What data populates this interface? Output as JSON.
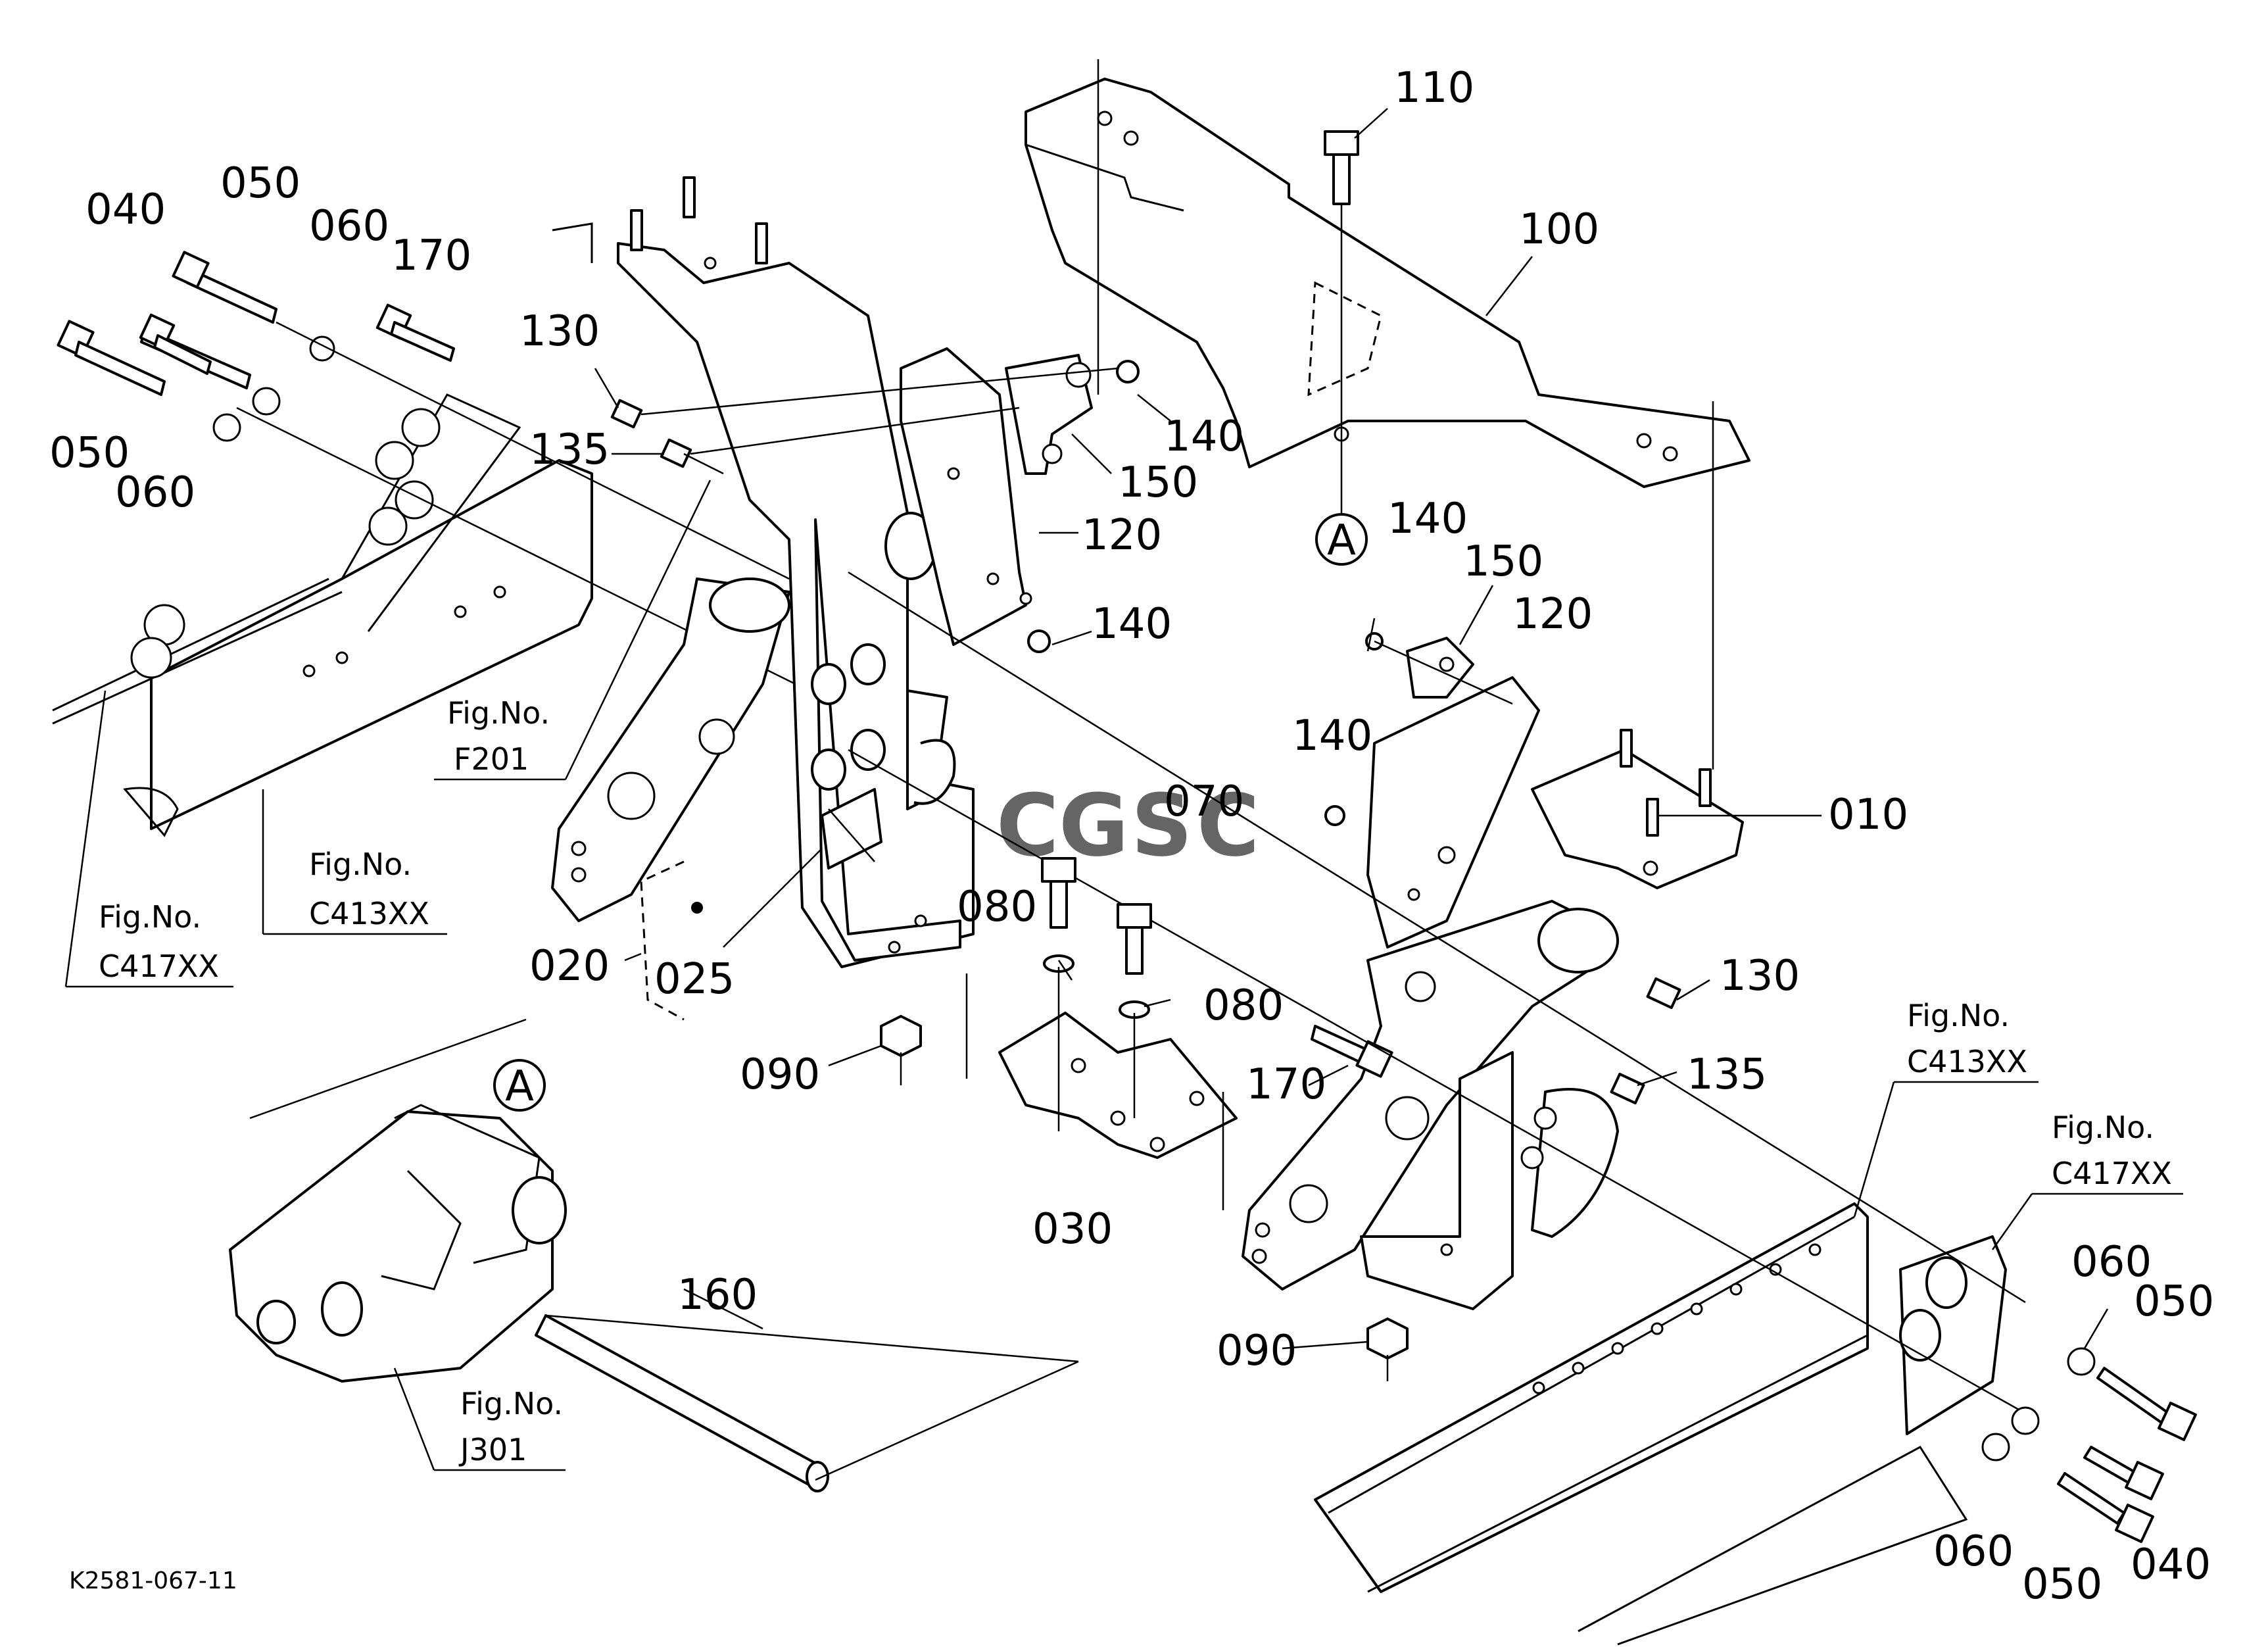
{
  "drawing_ref": "K2581-067-11",
  "watermark": {
    "letters": [
      "C",
      "G",
      "S",
      "C"
    ],
    "colors": [
      "#4a86e8",
      "#e06666",
      "#f6b26b",
      "#6aa84f"
    ]
  },
  "callouts": {
    "n110": "110",
    "n100": "100",
    "n130a": "130",
    "n135a": "135",
    "n140a": "140",
    "n150a": "150",
    "n120a": "120",
    "n140b": "140",
    "nA1": "A",
    "n140c": "140",
    "n150b": "150",
    "n120b": "120",
    "n140d": "140",
    "n010": "010",
    "n130b": "130",
    "n135b": "135",
    "n040a": "040",
    "n050a": "050",
    "n060a": "060",
    "n170a": "170",
    "n050b": "050",
    "n060b": "060",
    "n070": "070",
    "n080a": "080",
    "n080b": "080",
    "n020": "020",
    "n025": "025",
    "n090a": "090",
    "n090b": "090",
    "n030": "030",
    "n170b": "170",
    "n160": "160",
    "nA2": "A",
    "n060c": "060",
    "n050c": "050",
    "n060d": "060",
    "n050d": "050",
    "n040b": "040"
  },
  "figure_refs": {
    "f201": [
      "Fig.No.",
      "F201"
    ],
    "c413_left": [
      "Fig.No.",
      "C413XX"
    ],
    "c417_left": [
      "Fig.No.",
      "C417XX"
    ],
    "j301": [
      "Fig.No.",
      "J301"
    ],
    "c413_right": [
      "Fig.No.",
      "C413XX"
    ],
    "c417_right": [
      "Fig.No.",
      "C417XX"
    ]
  }
}
